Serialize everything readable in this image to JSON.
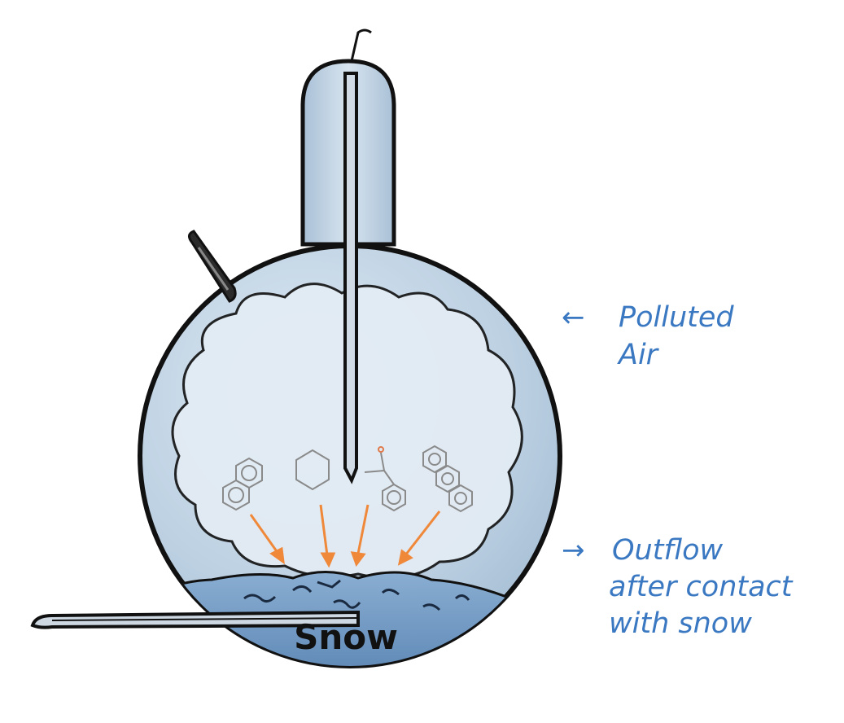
{
  "labels": {
    "polluted_air_line1": "Polluted",
    "polluted_air_line2": "Air",
    "outflow_line1": "Outflow",
    "outflow_line2": "after contact",
    "outflow_line3": "with snow",
    "snow": "Snow",
    "arrow_in": "←",
    "arrow_out": "→"
  },
  "colors": {
    "label_blue": "#3a78c2",
    "flask_glass": "#c9d9e8",
    "cloud": "#dfe9f2",
    "snow": "#6f95bf",
    "molecule_arrows": "#f0883a",
    "outline": "#111111"
  },
  "icons": [
    "benzene-ring-icon",
    "cyclohexane-icon",
    "naphthalene-icon",
    "acetophenone-icon",
    "anthracene-icon"
  ]
}
